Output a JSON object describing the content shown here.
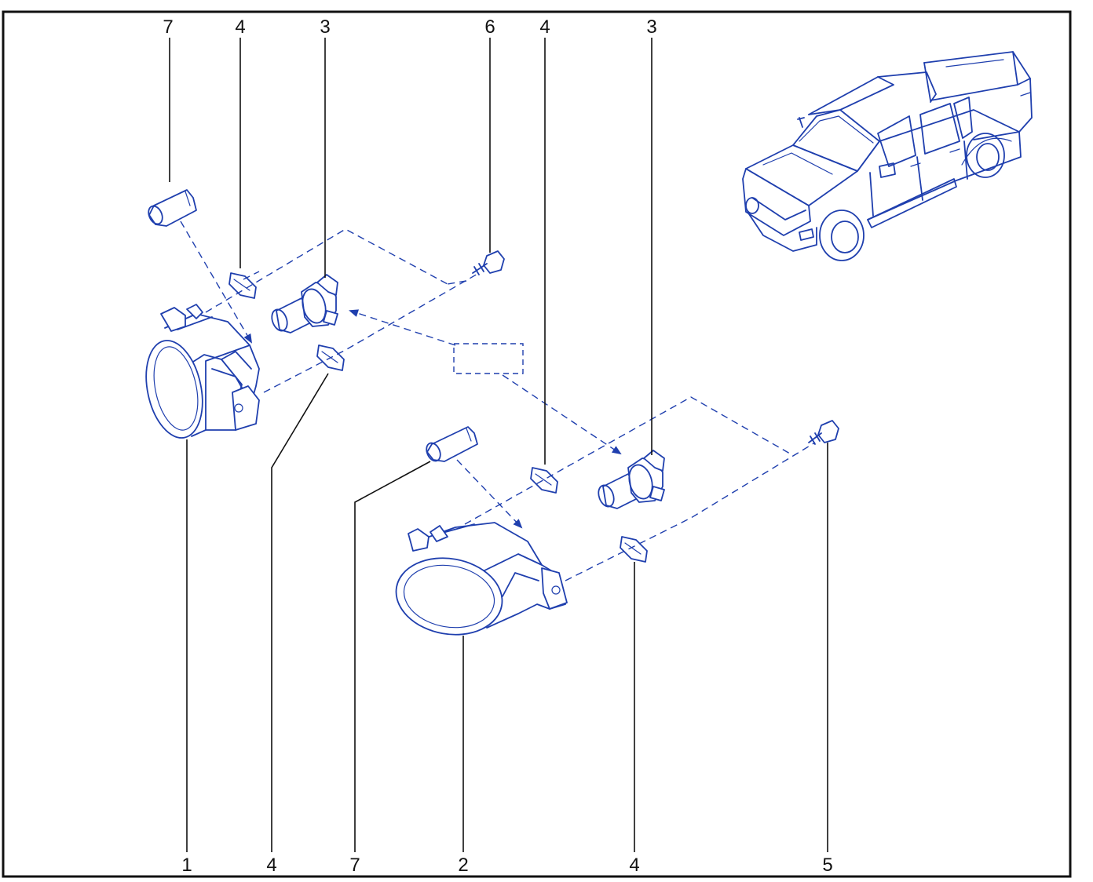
{
  "diagram": {
    "callouts": {
      "top": [
        "7",
        "4",
        "3",
        "6",
        "4",
        "3"
      ],
      "bottom": [
        "1",
        "4",
        "7",
        "2",
        "4",
        "5"
      ]
    },
    "colors": {
      "line_art": "#1f3fae",
      "frame": "#111111",
      "background": "#ffffff"
    },
    "icons": [
      "pickup-truck-icon",
      "fog-lamp-left-icon",
      "fog-lamp-right-icon",
      "bulb-icon",
      "bulb-holder-icon",
      "clip-icon",
      "screw-icon"
    ]
  }
}
